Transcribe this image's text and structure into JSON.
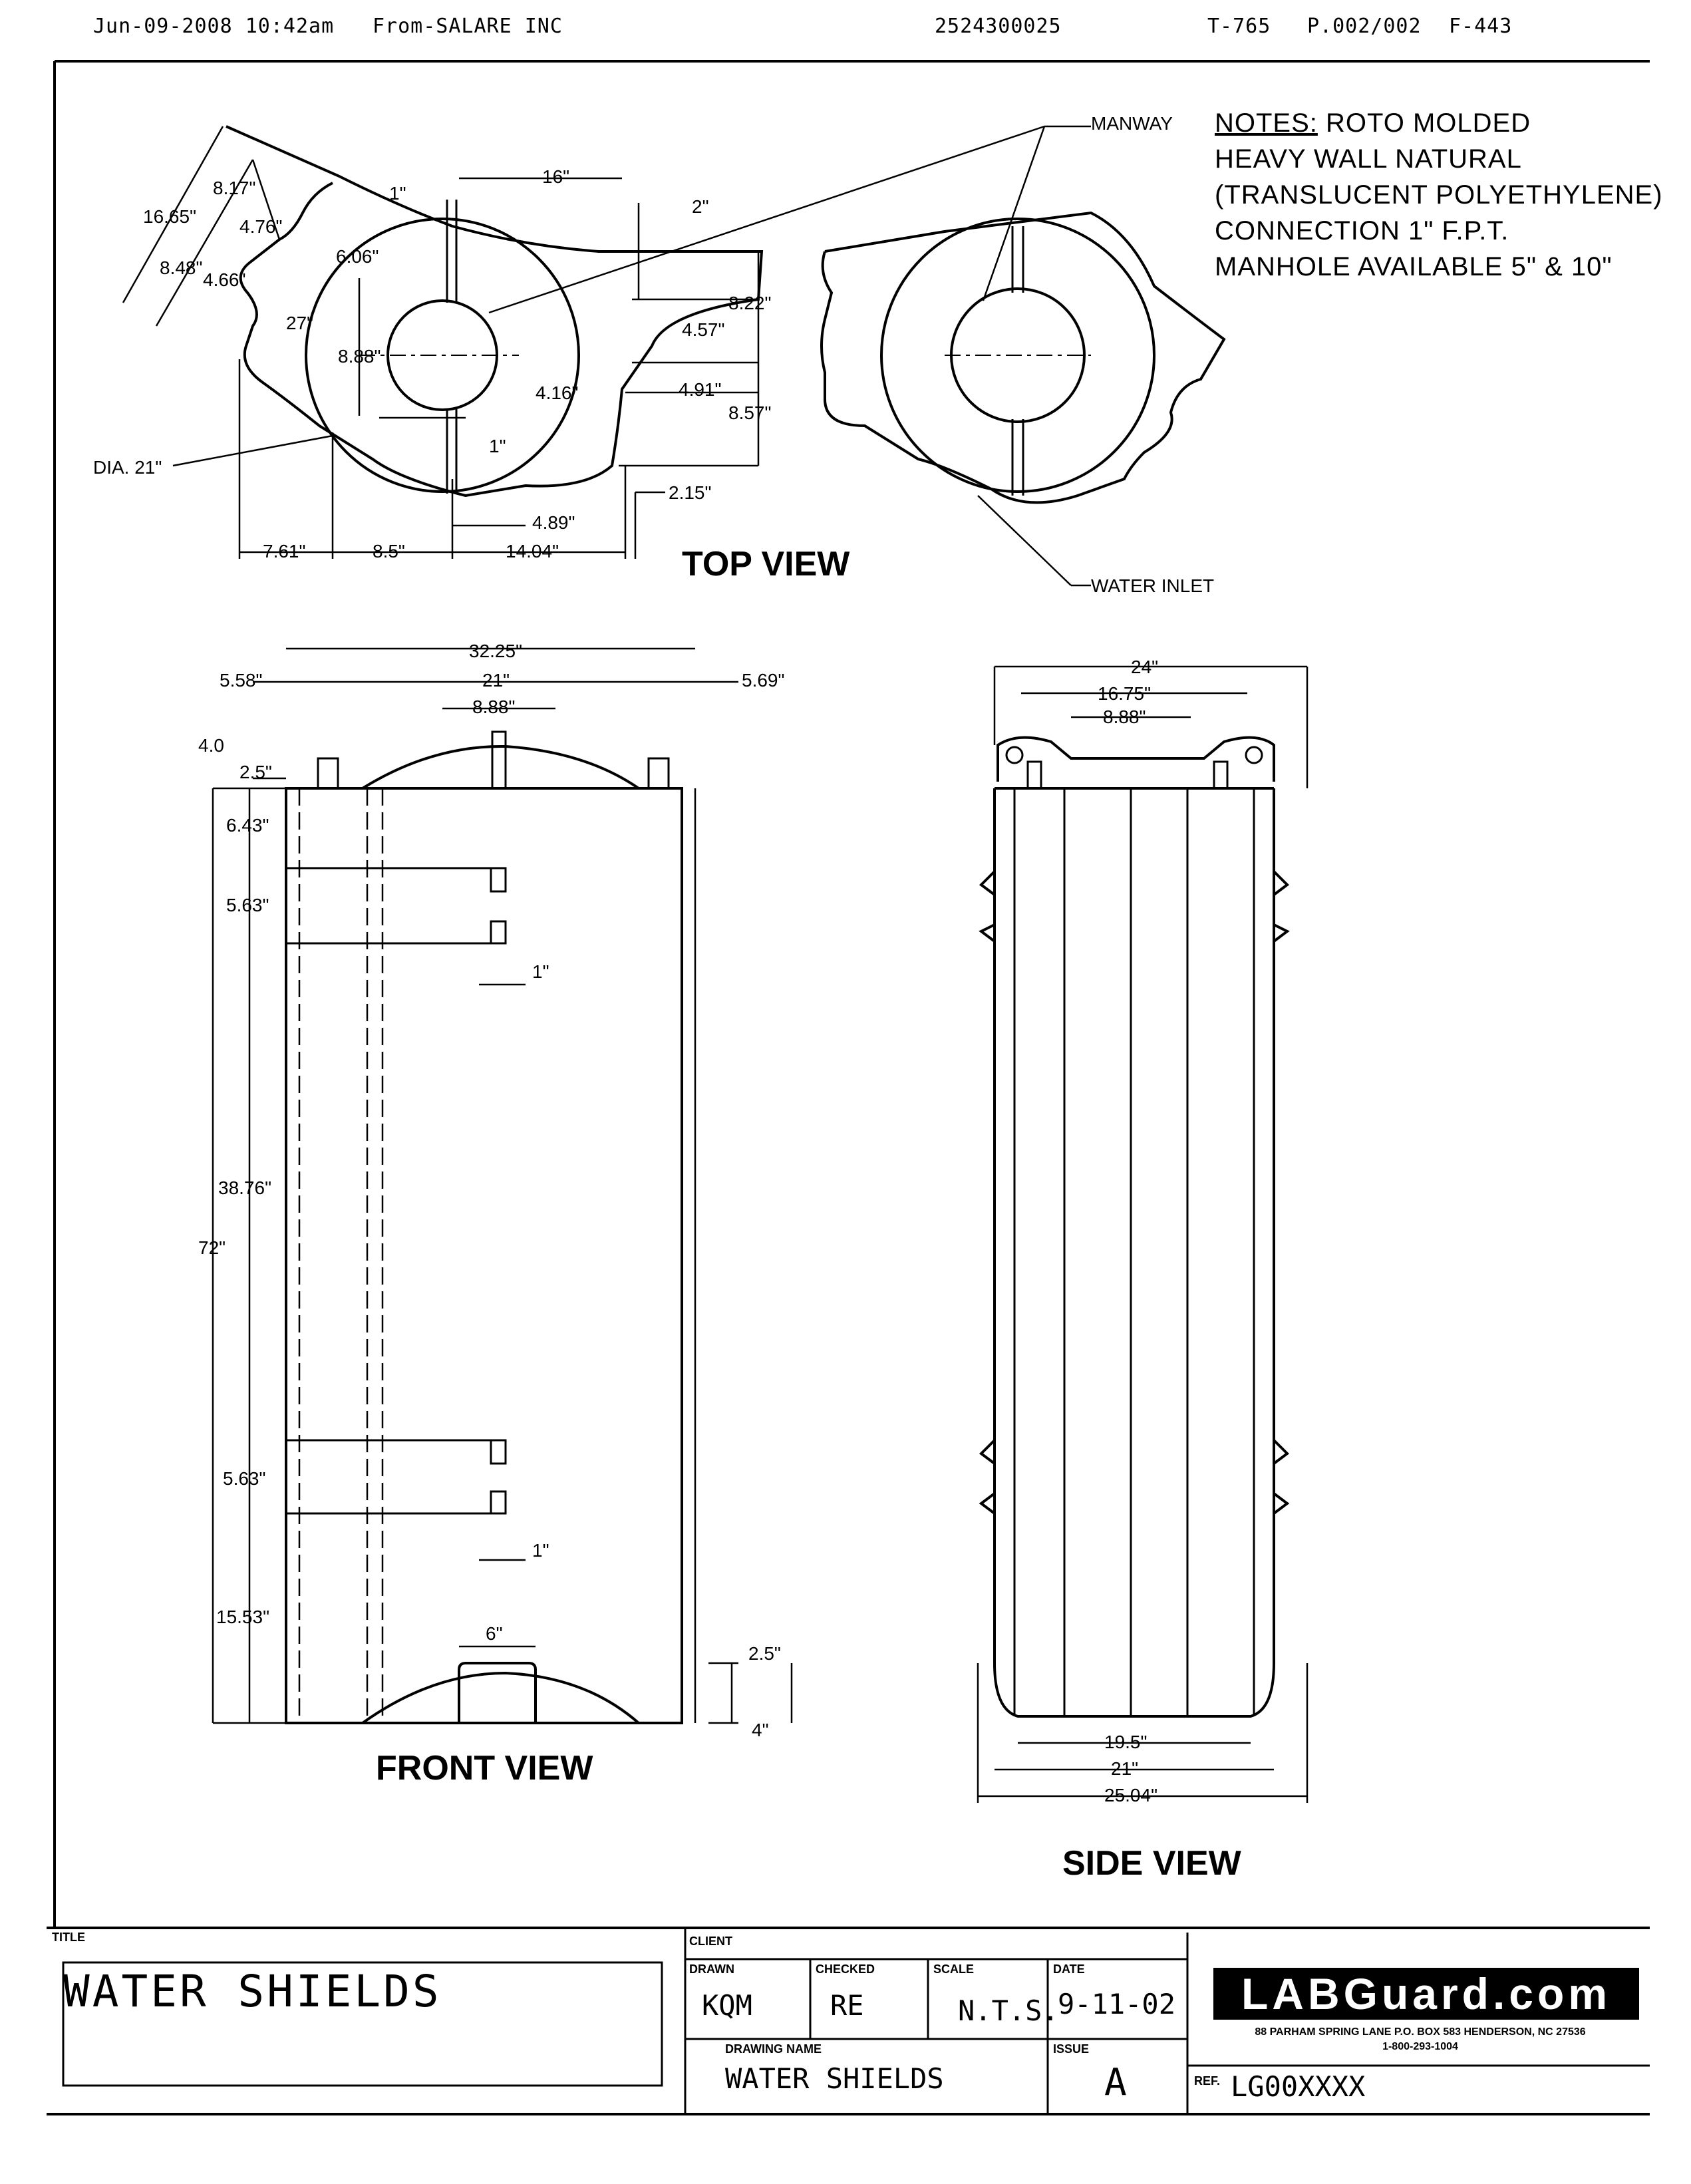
{
  "fax_header": {
    "date_time": "Jun-09-2008 10:42am",
    "from": "From-SALARE INC",
    "number": "2524300025",
    "id": "T-765",
    "page": "P.002/002",
    "form": "F-443"
  },
  "notes": {
    "heading": "NOTES:",
    "line1_rest": "ROTO MOLDED",
    "line2": "HEAVY WALL NATURAL",
    "line3": "(TRANSLUCENT POLYETHYLENE)",
    "line4": "CONNECTION 1\" F.P.T.",
    "line5": "MANHOLE AVAILABLE 5\" & 10\""
  },
  "views": {
    "top": "TOP VIEW",
    "front": "FRONT VIEW",
    "side": "SIDE VIEW"
  },
  "callouts": {
    "manway": "MANWAY",
    "water_inlet": "WATER INLET"
  },
  "dimensions": {
    "top": {
      "d_16": "16\"",
      "d_1a": "1\"",
      "d_2": "2\"",
      "d_8_17": "8.17\"",
      "d_16_65": "16.65\"",
      "d_4_76": "4.76\"",
      "d_8_48": "8.48\"",
      "d_4_66": "4.66\"",
      "d_6_06": "6.06\"",
      "d_27": "27\"",
      "d_8_88": "8.88\"",
      "d_8_22": "8.22\"",
      "d_4_57": "4.57\"",
      "d_4_16": "4.16\"",
      "d_4_91": "4.91\"",
      "d_8_57": "8.57\"",
      "d_1b": "1\"",
      "d_dia21": "DIA. 21\"",
      "d_2_15": "2.15\"",
      "d_4_89": "4.89\"",
      "d_7_61": "7.61\"",
      "d_8_5": "8.5\"",
      "d_14_04": "14.04\""
    },
    "front": {
      "d_32_25": "32.25\"",
      "d_5_58": "5.58\"",
      "d_21": "21\"",
      "d_5_69": "5.69\"",
      "d_8_88": "8.88\"",
      "d_4_0": "4.0",
      "d_2_5a": "2.5\"",
      "d_6_43": "6.43\"",
      "d_5_63a": "5.63\"",
      "d_1a": "1\"",
      "d_38_76": "38.76\"",
      "d_72": "72\"",
      "d_5_63b": "5.63\"",
      "d_1b": "1\"",
      "d_15_53": "15.53\"",
      "d_6": "6\"",
      "d_2_5b": "2.5\"",
      "d_4": "4\""
    },
    "side": {
      "d_24": "24\"",
      "d_16_75": "16.75\"",
      "d_8_88": "8.88\"",
      "d_19_5": "19.5\"",
      "d_21": "21\"",
      "d_25_04": "25.04\""
    }
  },
  "title_block": {
    "title_label": "TITLE",
    "title_value": "WATER SHIELDS",
    "client_label": "CLIENT",
    "drawn_label": "DRAWN",
    "drawn_value": "KQM",
    "checked_label": "CHECKED",
    "checked_value": "RE",
    "scale_label": "SCALE",
    "scale_value": "N.T.S.",
    "date_label": "DATE",
    "date_value": "9-11-02",
    "drawing_name_label": "DRAWING NAME",
    "drawing_name_value": "WATER SHIELDS",
    "issue_label": "ISSUE",
    "issue_value": "A",
    "ref_label": "REF.",
    "ref_value": "LG00XXXX",
    "logo_text": "LABGuard.com",
    "address": "88 PARHAM SPRING LANE   P.O. BOX 583 HENDERSON, NC 27536",
    "phone": "1-800-293-1004"
  }
}
